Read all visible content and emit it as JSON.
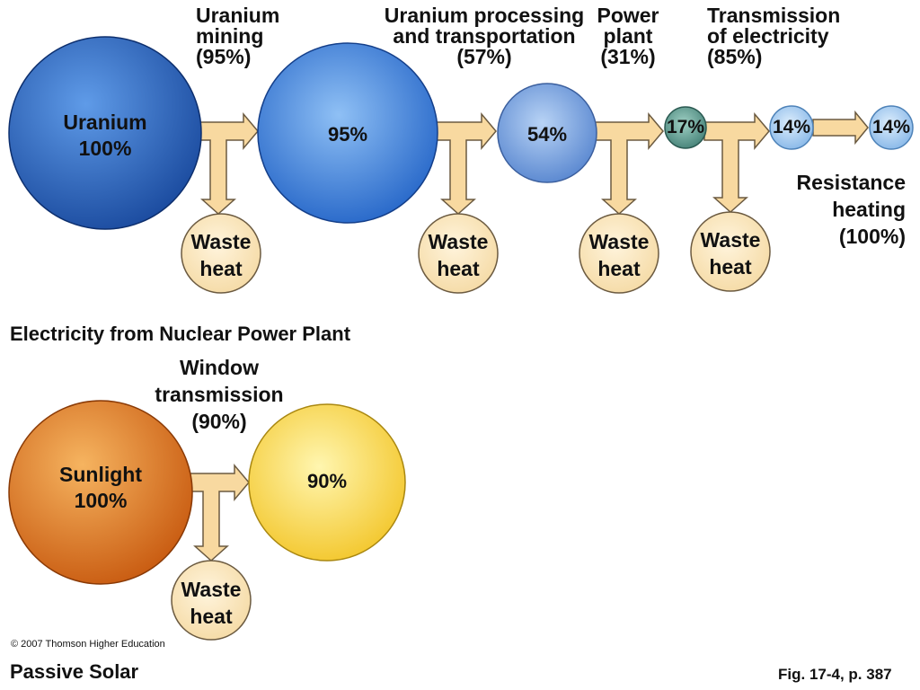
{
  "nuclear": {
    "title": "Electricity from Nuclear Power Plant",
    "stages": [
      {
        "line1": "Uranium",
        "line2": "mining",
        "line3": "(95%)"
      },
      {
        "line1": "Uranium processing",
        "line2": "and transportation",
        "line3": "(57%)"
      },
      {
        "line1": "Power",
        "line2": "plant",
        "line3": "(31%)"
      },
      {
        "line1": "Transmission",
        "line2": "of electricity",
        "line3": "(85%)"
      }
    ],
    "circles": [
      {
        "line1": "Uranium",
        "line2": "100%",
        "value": 100,
        "color": "#1f5fbf"
      },
      {
        "label": "95%",
        "value": 95,
        "color": "#2a72d8"
      },
      {
        "label": "54%",
        "value": 54,
        "color": "#6d98dc"
      },
      {
        "label": "17%",
        "value": 17,
        "color": "#4e8c82"
      },
      {
        "label": "14%",
        "value": 14,
        "color": "#9cc7f0"
      },
      {
        "label": "14%",
        "value": 14,
        "color": "#9cc7f0"
      }
    ],
    "end_use": {
      "line1": "Resistance",
      "line2": "heating",
      "line3": "(100%)"
    },
    "waste_line1": "Waste",
    "waste_line2": "heat"
  },
  "solar": {
    "title": "Passive Solar",
    "stage": {
      "line1": "Window",
      "line2": "transmission",
      "line3": "(90%)"
    },
    "circles": [
      {
        "line1": "Sunlight",
        "line2": "100%",
        "value": 100,
        "color": "#e07a1a"
      },
      {
        "label": "90%",
        "value": 90,
        "color": "#f5d033"
      }
    ],
    "waste_line1": "Waste",
    "waste_line2": "heat"
  },
  "footer": {
    "copyright": "© 2007 Thomson Higher Education",
    "figref": "Fig. 17-4, p. 387"
  },
  "colors": {
    "arrow_fill": "#f8d9a0",
    "arrow_stroke": "#6b5a40",
    "waste_fill": "#fbe6b8",
    "waste_stroke": "#6b5a40"
  }
}
